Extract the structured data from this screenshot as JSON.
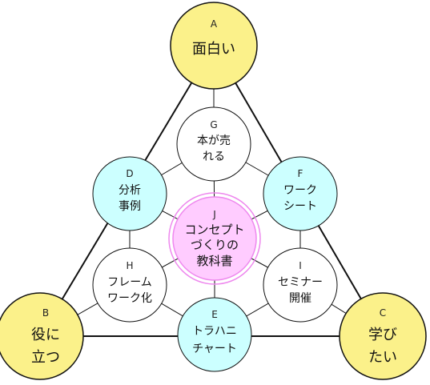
{
  "colors": {
    "yellow": "#fbf18a",
    "cyan": "#ccffff",
    "white": "#ffffff",
    "pink": "#ffccff",
    "pink_outer": "#ee88ee",
    "line": "#111111"
  },
  "nodes": {
    "A": {
      "letter": "A",
      "lines": [
        "面白い"
      ]
    },
    "B": {
      "letter": "B",
      "lines": [
        "役に",
        "立つ"
      ]
    },
    "C": {
      "letter": "C",
      "lines": [
        "学び",
        "たい"
      ]
    },
    "D": {
      "letter": "D",
      "lines": [
        "分析",
        "事例"
      ]
    },
    "E": {
      "letter": "E",
      "lines": [
        "トラハニ",
        "チャート"
      ]
    },
    "F": {
      "letter": "F",
      "lines": [
        "ワーク",
        "シート"
      ]
    },
    "G": {
      "letter": "G",
      "lines": [
        "本が売",
        "れる"
      ]
    },
    "H": {
      "letter": "H",
      "lines": [
        "フレーム",
        "ワーク化"
      ]
    },
    "I": {
      "letter": "I",
      "lines": [
        "セミナー",
        "開催"
      ]
    },
    "J": {
      "letter": "J",
      "lines": [
        "コンセプト",
        "づくりの",
        "教科書"
      ]
    }
  }
}
